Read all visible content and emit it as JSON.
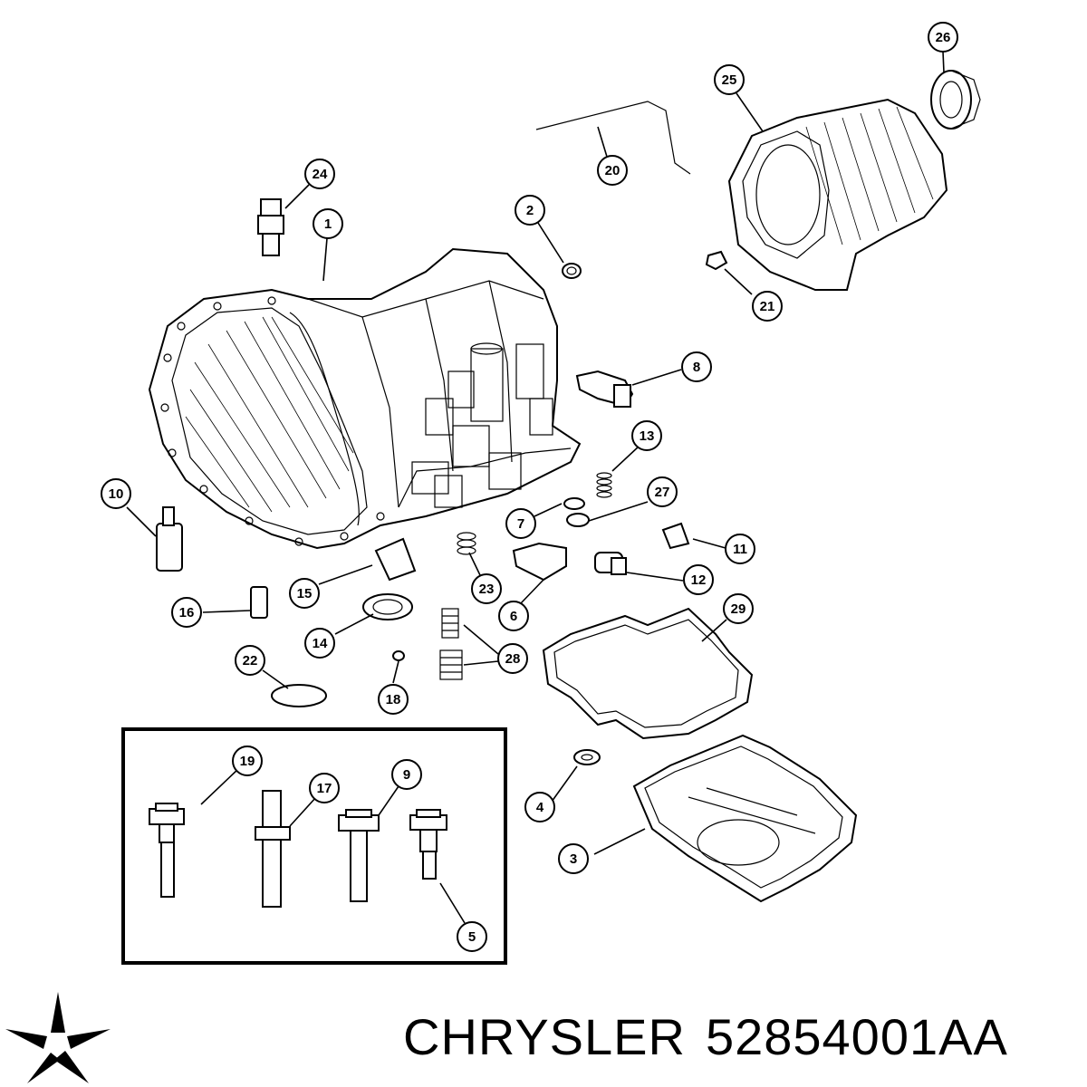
{
  "caption": {
    "brand": "CHRYSLER",
    "part_number": "52854001AA"
  },
  "logo": {
    "icon": "pentastar-icon",
    "color": "#000000"
  },
  "callouts": [
    "1",
    "2",
    "3",
    "4",
    "5",
    "6",
    "7",
    "8",
    "9",
    "10",
    "11",
    "12",
    "13",
    "14",
    "15",
    "16",
    "17",
    "18",
    "19",
    "20",
    "21",
    "22",
    "23",
    "24",
    "25",
    "26",
    "27",
    "28",
    "29"
  ]
}
